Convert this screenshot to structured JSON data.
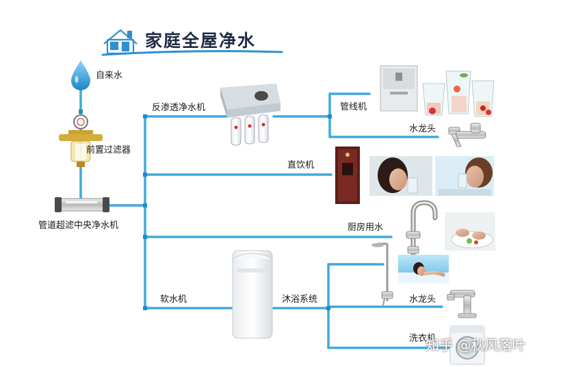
{
  "title": "家庭全屋净水",
  "labels": {
    "tap_water": "自来水",
    "pre_filter": "前置过滤器",
    "central_purifier": "管道超滤中央净水机",
    "ro_purifier": "反渗透净水机",
    "pipeline_unit": "管线机",
    "faucet_top": "水龙头",
    "direct_drink": "直饮机",
    "kitchen_water": "厨房用水",
    "softener": "软水机",
    "bath_system": "沐浴系统",
    "faucet_bottom": "水龙头",
    "washer": "洗衣机"
  },
  "watermark": "知乎 @秋风落叶",
  "colors": {
    "pipe": "#3fa9dc",
    "pipe_dark": "#1e8cc8",
    "title_underline": "#2e8fd0"
  }
}
